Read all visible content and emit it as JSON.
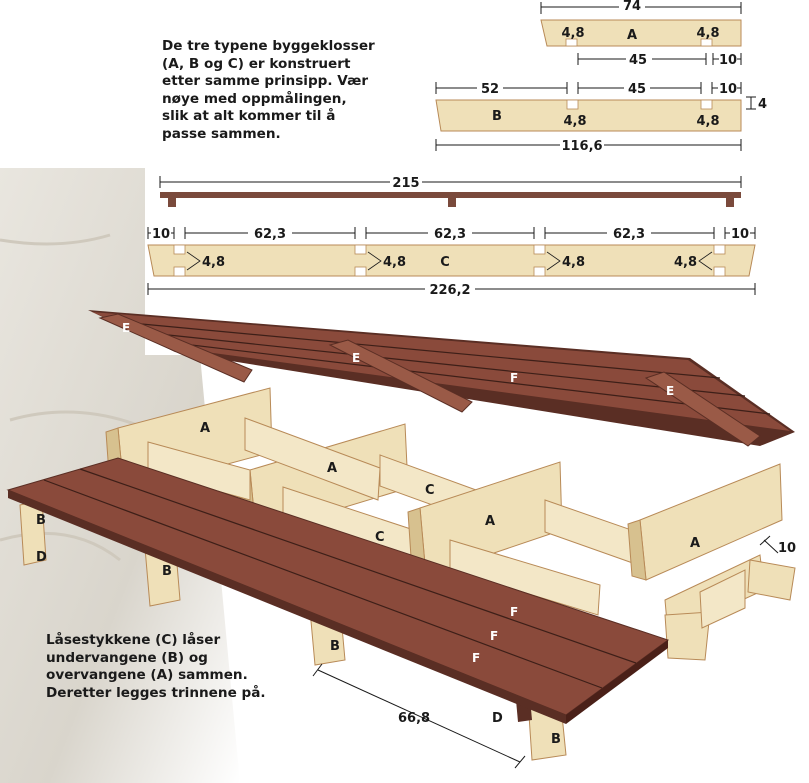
{
  "intro_text": "De tre typene byggeklosser\n(A, B og C) er konstruert\netter samme prinsipp. Vær\nnøye med oppmålingen,\nslik at alt kommer til å\npasse sammen.",
  "note_text": "Låsestykkene (C) låser\nundervangene (B) og\novervangene (A) sammen.\nDeretter legges trinnene på.",
  "piece_a": {
    "label": "A",
    "length": "74",
    "notch": "4,8",
    "notch_right": "4,8",
    "spacing": "45",
    "end": "10"
  },
  "piece_b": {
    "label": "B",
    "start": "52",
    "spacing": "45",
    "end": "10",
    "height": "4",
    "notch": "4,8",
    "notch_right": "4,8",
    "length": "116,6"
  },
  "rail": {
    "length": "215"
  },
  "piece_c": {
    "label": "C",
    "end_left": "10",
    "seg1": "62,3",
    "seg2": "62,3",
    "seg3": "62,3",
    "end_right": "10",
    "n1": "4,8",
    "n2": "4,8",
    "n3": "4,8",
    "n4": "4,8",
    "length": "226,2"
  },
  "assembly": {
    "labels": {
      "e1": "E",
      "e2": "E",
      "e3": "E",
      "f_top": "F",
      "f1": "F",
      "f2": "F",
      "f3": "F",
      "a1": "A",
      "a2": "A",
      "a3": "A",
      "a4": "A",
      "c1": "C",
      "c2": "C",
      "b1": "B",
      "b2": "B",
      "b3": "B",
      "b4": "B",
      "d1": "D",
      "d2": "D"
    },
    "dim_depth": "10",
    "dim_width": "66,8"
  },
  "colors": {
    "wood_light": "#efe0b8",
    "wood_dark": "#b88a57",
    "plank": "#8a4a3b",
    "plank_dark": "#5a2e24",
    "rail": "#7a4a3c"
  }
}
